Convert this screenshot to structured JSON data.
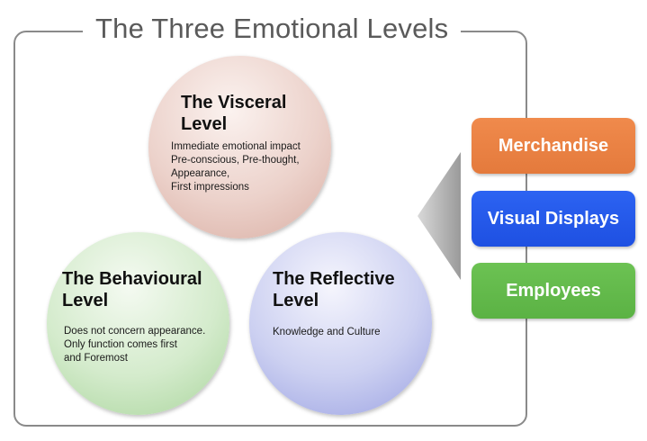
{
  "title": "The Three Emotional Levels",
  "levels": {
    "visceral": {
      "heading_line1": "The Visceral",
      "heading_line2": "Level",
      "lines": [
        "Immediate emotional impact",
        "Pre-conscious, Pre-thought,",
        "Appearance,",
        "First impressions"
      ],
      "color": "#ecd2cb"
    },
    "behavioural": {
      "heading_line1": "The Behavioural",
      "heading_line2": "Level",
      "lines": [
        "Does not concern appearance.",
        "Only function comes first",
        "and Foremost"
      ],
      "color": "#d4ebcc"
    },
    "reflective": {
      "heading_line1": "The Reflective",
      "heading_line2": "Level",
      "lines": [
        "Knowledge and Culture"
      ],
      "color": "#ccd0f1"
    }
  },
  "outputs": [
    {
      "label": "Merchandise",
      "color": "#e47a3c"
    },
    {
      "label": "Visual Displays",
      "color": "#1e50e2"
    },
    {
      "label": "Employees",
      "color": "#5bb244"
    }
  ]
}
